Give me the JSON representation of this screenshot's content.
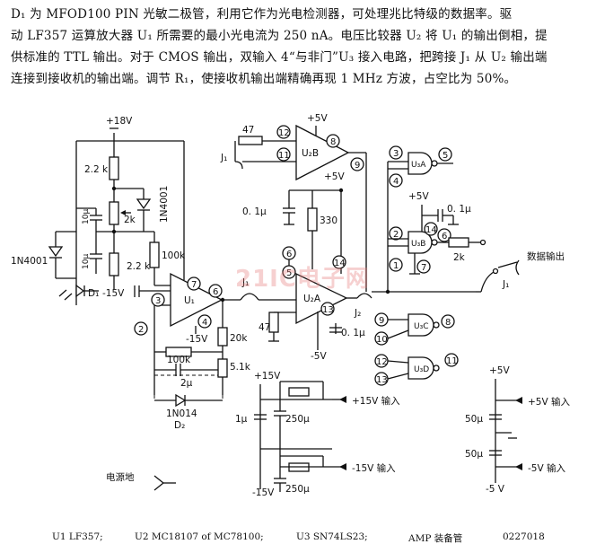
{
  "description": {
    "line1": "D₁ 为 MFOD100 PIN 光敏二极管，利用它作为光电检测器，可处理兆比特级的数据率。驱",
    "line2": "动 LF357 运算放大器 U₁ 所需要的最小光电流为 250 nA。电压比较器 U₂ 将 U₁ 的输出倒相，提",
    "line3": "供标准的 TTL 输出。对于 CMOS 输出，双输入 4“与非门”U₃ 接入电路，把跨接 J₁ 从 U₂ 输出端",
    "line4": "连接到接收机的输出端。调节 R₁，使接收机输出端精确再现 1 MHz 方波，占空比为 50%。"
  },
  "schematic": {
    "supply_p18": "+18V",
    "r_2k2_top": "2.2 k",
    "r_2k": "2k",
    "zener": "1N4001",
    "cap_10u_a": "10μ",
    "cap_10u_b": "10μ",
    "r_2k2_bot": "2.2 k",
    "r_100k_v": "100k",
    "diode_left": "1N4001",
    "photodiode": "D₁",
    "neg15_d1": "-15V",
    "u1": "U₁",
    "neg15_u1": "-15V",
    "r_100k_h": "100k",
    "cap_2u": "2μ",
    "diode_d2a": "1N014",
    "diode_d2b": "D₂",
    "r_20k": "20k",
    "r_5k1": "5.1k",
    "j1": "J₁",
    "r_47_top": "47",
    "j1_top": "J₁",
    "supply_p5_a": "+5V",
    "u2b": "U₂B",
    "supply_p5_b": "+5V",
    "cap_0_1u": "0. 1μ",
    "r_330": "330",
    "u2a": "U₂A",
    "r_47_low": "47",
    "cap_0_1u_b": "0. 1μ",
    "neg5_u2": "-5V",
    "j2": "J₂",
    "u3a": "U₃A",
    "supply_p5_c": "+5V",
    "cap_0_1u_c": "0. 1μ",
    "u3b": "U₃B",
    "r_2k_out": "2k",
    "data_out": "数据输出",
    "j_out": "J₁",
    "u3c": "U₃C",
    "u3d": "U₃D",
    "ps_p15": "+15V",
    "ps_cap_1u": "1μ",
    "ps_cap_250u_a": "250μ",
    "ps_in_p15": "+15V 输入",
    "ps_in_n15": "-15V 输入",
    "ps_n15": "-15V",
    "ps_cap_250u_b": "250μ",
    "power_ground": "电源地",
    "ps_p5": "+5V",
    "ps_cap_50u_a": "50μ",
    "ps_cap_50u_b": "50μ",
    "ps_in_p5": "+5V 输入",
    "ps_in_n5": "-5V 输入",
    "ps_n5": "-5 V",
    "pins": {
      "p7": "7",
      "p6": "6",
      "p3": "3",
      "p2": "2",
      "p4": "4",
      "p12": "12",
      "p11": "11",
      "p8": "8",
      "p9": "9",
      "p6b": "6",
      "p5": "5",
      "p14": "14",
      "p13": "13",
      "p3b": "3",
      "p4b": "4",
      "p5b": "5",
      "p2b": "2",
      "p14b": "14",
      "p6c": "6",
      "p1": "1",
      "p7b": "7",
      "p9b": "9",
      "p10": "10",
      "p8b": "8",
      "p12b": "12",
      "p13b": "13",
      "p11b": "11"
    }
  },
  "watermark": "21IC电子网",
  "footer": {
    "u1": "U1   LF357;",
    "u2": "U2   MC18107 of  MC78100;",
    "u3": "U3   SN74LS23;",
    "amp": "AMP  装备管",
    "code": "0227018"
  }
}
